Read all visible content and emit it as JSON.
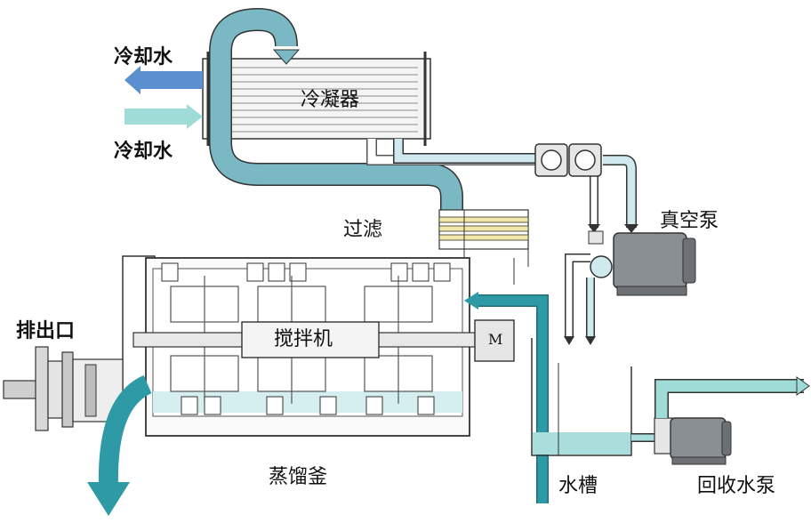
{
  "labels": {
    "cooling_water_out": "冷却水",
    "cooling_water_in": "冷却水",
    "condenser": "冷凝器",
    "filter": "过滤",
    "vacuum_pump": "真空泵",
    "discharge_port": "排出口",
    "agitator": "搅拌机",
    "motor": "M",
    "still": "蒸馏釜",
    "water_tank": "水槽",
    "recovery_pump": "回收水泵"
  },
  "colors": {
    "outflow_blue": "#5b8fd0",
    "cooling_in": "#9fdcd8",
    "pipe_teal": "#7ab8c4",
    "pipe_dark_teal": "#2e9aa6",
    "pipe_light": "#cfe9ef",
    "filter_yellow": "#f3e7a8",
    "pump_gray": "#8a8f94",
    "water_fill": "#a9dedd",
    "outline": "#333333"
  }
}
